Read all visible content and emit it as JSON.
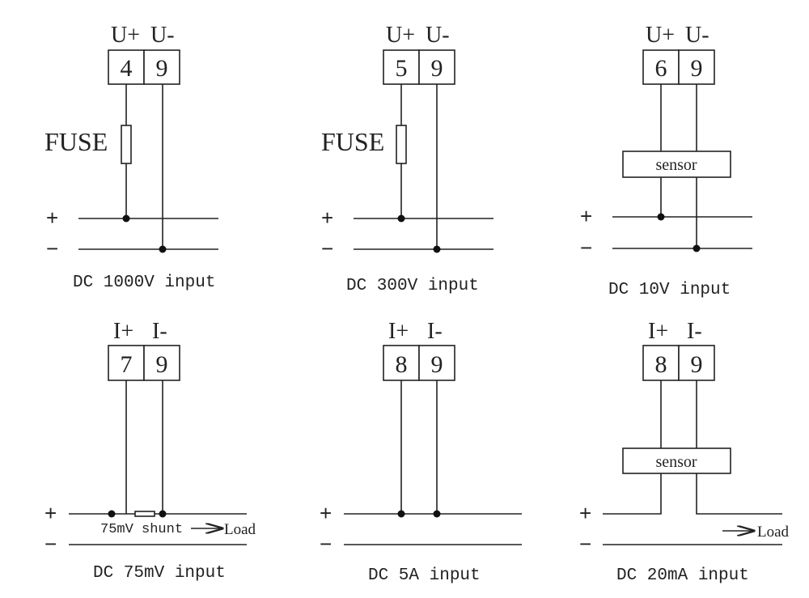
{
  "panels": [
    {
      "pos": "U+",
      "neg": "U-",
      "t1": "4",
      "t2": "9",
      "fuse": "FUSE",
      "plus": "+",
      "minus": "−",
      "caption": "DC 1000V input"
    },
    {
      "pos": "U+",
      "neg": "U-",
      "t1": "5",
      "t2": "9",
      "fuse": "FUSE",
      "plus": "+",
      "minus": "−",
      "caption": "DC 300V input"
    },
    {
      "pos": "U+",
      "neg": "U-",
      "t1": "6",
      "t2": "9",
      "sensor": "sensor",
      "plus": "+",
      "minus": "−",
      "caption": "DC 10V input"
    },
    {
      "pos": "I+",
      "neg": "I-",
      "t1": "7",
      "t2": "9",
      "shunt": "75mV shunt",
      "load": "Load",
      "plus": "+",
      "minus": "−",
      "caption": "DC 75mV input"
    },
    {
      "pos": "I+",
      "neg": "I-",
      "t1": "8",
      "t2": "9",
      "plus": "+",
      "minus": "−",
      "caption": "DC 5A input"
    },
    {
      "pos": "I+",
      "neg": "I-",
      "t1": "8",
      "t2": "9",
      "sensor": "sensor",
      "load": "Load",
      "plus": "+",
      "minus": "−",
      "caption": "DC 20mA input"
    }
  ]
}
